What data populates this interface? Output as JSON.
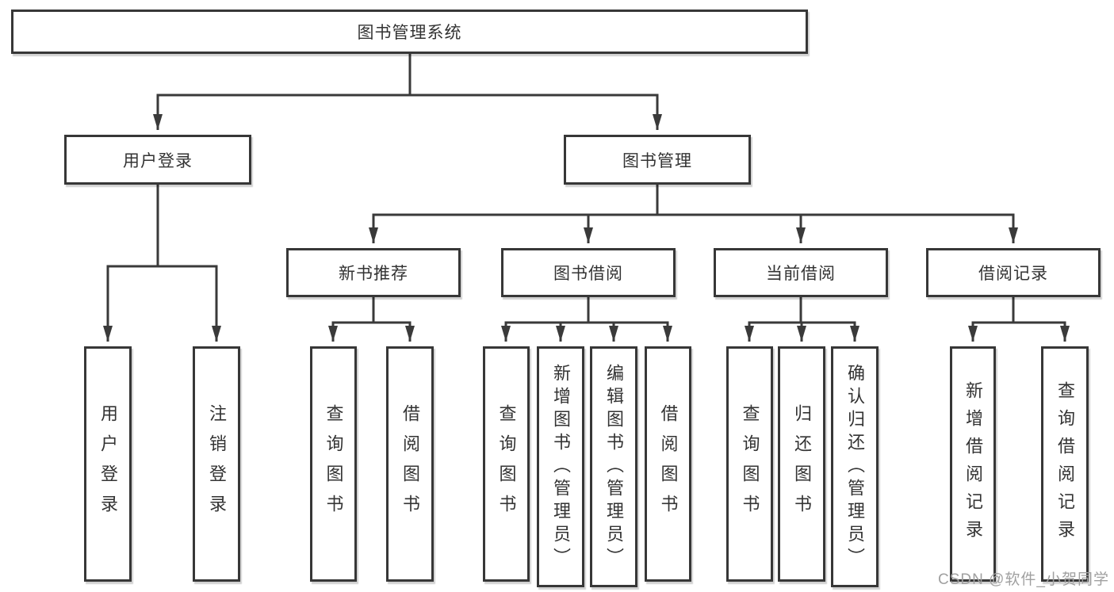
{
  "title": "图书管理系统",
  "tree": {
    "label": "图书管理系统",
    "children": [
      {
        "label": "用户登录",
        "children": [
          {
            "label": "用户登录"
          },
          {
            "label": "注销登录"
          }
        ]
      },
      {
        "label": "图书管理",
        "children": [
          {
            "label": "新书推荐",
            "children": [
              {
                "label": "查询图书"
              },
              {
                "label": "借阅图书"
              }
            ]
          },
          {
            "label": "图书借阅",
            "children": [
              {
                "label": "查询图书"
              },
              {
                "label": "新增图书（管理员）"
              },
              {
                "label": "编辑图书（管理员）"
              },
              {
                "label": "借阅图书"
              }
            ]
          },
          {
            "label": "当前借阅",
            "children": [
              {
                "label": "查询图书"
              },
              {
                "label": "归还图书"
              },
              {
                "label": "确认归还（管理员）"
              }
            ]
          },
          {
            "label": "借阅记录",
            "children": [
              {
                "label": "新增借阅记录"
              },
              {
                "label": "查询借阅记录"
              }
            ]
          }
        ]
      }
    ]
  },
  "watermark": "CSDN @软件_小贺同学",
  "colors": {
    "line": "#3a3a3a",
    "border": "#373737",
    "text": "#333333",
    "watermark": "#a0a0a0",
    "background": "#ffffff"
  }
}
